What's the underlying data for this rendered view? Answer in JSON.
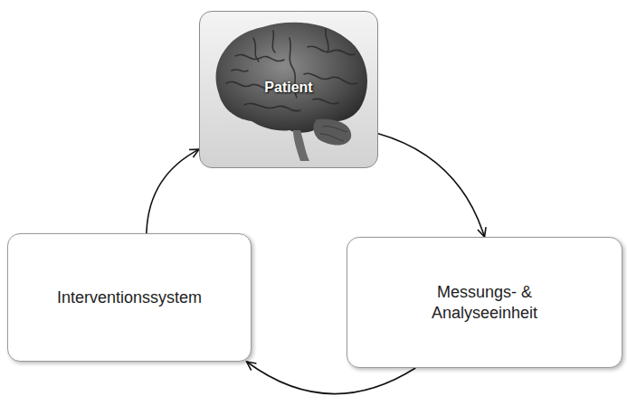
{
  "diagram": {
    "nodes": [
      {
        "text": [
          "Patient"
        ]
      },
      {
        "text": [
          "Interventionssystem"
        ]
      },
      {
        "text": [
          "Messungs- & Analyseeinheit"
        ]
      }
    ],
    "edges": [
      {
        "from": 0,
        "to": 2,
        "arrow": "to"
      },
      {
        "from": 2,
        "to": 1,
        "arrow": "to"
      },
      {
        "from": 1,
        "to": 0,
        "arrow": "to"
      }
    ]
  }
}
